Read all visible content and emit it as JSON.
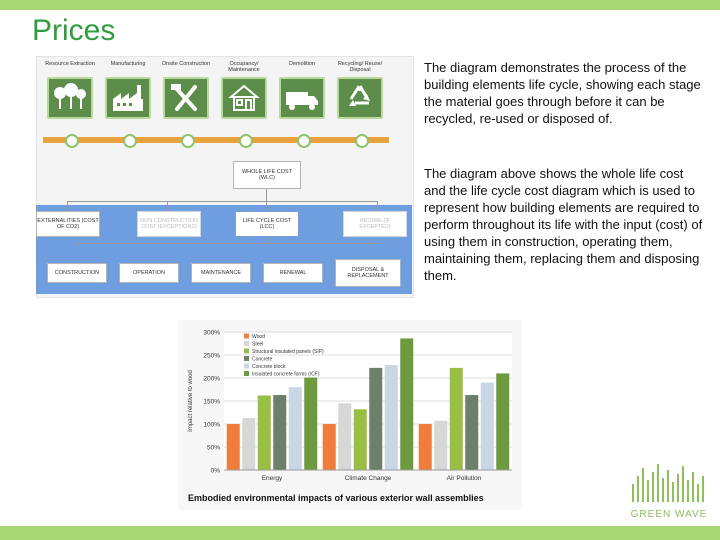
{
  "slide": {
    "title": "Prices",
    "paragraph1": "The diagram demonstrates the process of the building elements life cycle, showing each stage the material goes through before it can be recycled, re-used or disposed of.",
    "paragraph2": "The diagram above shows the whole life cost and the life cycle cost diagram which is used to represent how building elements are required to perform throughout its life with the input (cost) of using them in construction, operating them, maintaining them, replacing them and disposing them."
  },
  "lifecycle": {
    "stages": [
      {
        "label": "Resource Extraction",
        "icon": "trees-icon"
      },
      {
        "label": "Manufacturing",
        "icon": "factory-icon"
      },
      {
        "label": "Onsite Construction",
        "icon": "tools-icon"
      },
      {
        "label": "Occupancy/ Maintenance",
        "icon": "house-icon"
      },
      {
        "label": "Demolition",
        "icon": "truck-icon"
      },
      {
        "label": "Recycling/ Reuse/ Disposal",
        "icon": "recycle-icon"
      }
    ]
  },
  "cost_tree": {
    "root": "WHOLE LIFE COST (WLC)",
    "level1": [
      "EXTERNALITIES (COST OF CO2)",
      "NON CONSTRUCTION COST (EXCEPTIONS)",
      "LIFE CYCLE COST (LCC)",
      "INCOME (IF EXCEPTED)"
    ],
    "level2": [
      "CONSTRUCTION",
      "OPERATION",
      "MAINTENANCE",
      "RENEWAL",
      "DISPOSAL & REPLACEMENT"
    ]
  },
  "chart_data": {
    "type": "bar",
    "title": "Embodied environmental impacts of various exterior wall assemblies",
    "ylabel": "Impact relative to wood",
    "categories": [
      "Energy",
      "Climate Change",
      "Air Pollution"
    ],
    "ylim": [
      0,
      300
    ],
    "yticks": [
      "0%",
      "50%",
      "100%",
      "150%",
      "200%",
      "250%",
      "300%"
    ],
    "legend_position": "top-left",
    "series": [
      {
        "name": "Wood",
        "color": "#f07e3a",
        "values": [
          100,
          100,
          100
        ]
      },
      {
        "name": "Steel",
        "color": "#d7d7d7",
        "values": [
          113,
          145,
          107
        ]
      },
      {
        "name": "Structural insulated panels (SIP)",
        "color": "#98be45",
        "values": [
          162,
          132,
          222
        ]
      },
      {
        "name": "Concrete",
        "color": "#6e7f6a",
        "values": [
          163,
          222,
          163
        ]
      },
      {
        "name": "Concrete block",
        "color": "#c9d6e3",
        "values": [
          180,
          228,
          190
        ]
      },
      {
        "name": "Insulated concrete forms (ICF)",
        "color": "#6e9a3e",
        "values": [
          201,
          286,
          210
        ]
      }
    ]
  },
  "logo": {
    "text": "GREEN WAVE",
    "color": "#8dc05a"
  }
}
